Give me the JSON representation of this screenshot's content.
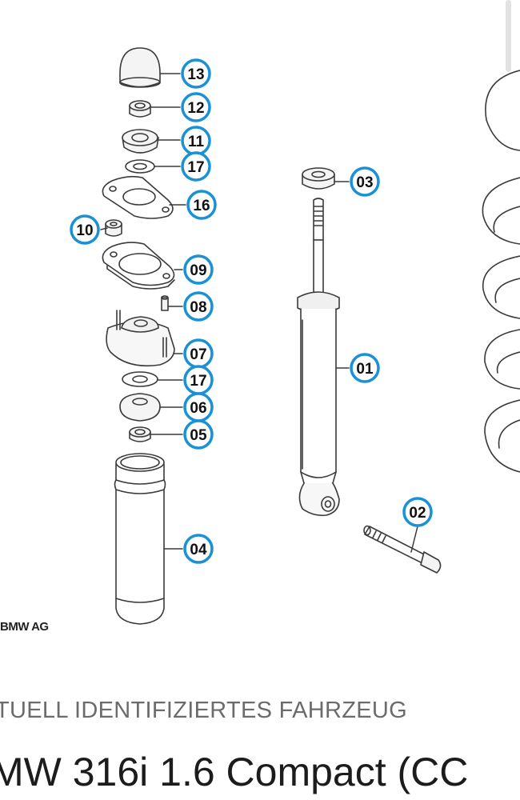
{
  "diagram": {
    "copyright": "BMW AG",
    "accent_color": "#1a90d6",
    "parts": [
      {
        "label": "13",
        "name": "dust cap"
      },
      {
        "label": "12",
        "name": "nut"
      },
      {
        "label": "11",
        "name": "bump stop cup"
      },
      {
        "label": "17",
        "name": "washer upper"
      },
      {
        "label": "16",
        "name": "gasket plate"
      },
      {
        "label": "10",
        "name": "self-locking nut"
      },
      {
        "label": "09",
        "name": "spacer plate"
      },
      {
        "label": "08",
        "name": "bolt"
      },
      {
        "label": "07",
        "name": "strut mount"
      },
      {
        "label": "17",
        "name": "washer lower"
      },
      {
        "label": "06",
        "name": "rubber support"
      },
      {
        "label": "05",
        "name": "stop ring"
      },
      {
        "label": "04",
        "name": "protective boot"
      },
      {
        "label": "03",
        "name": "upper bushing"
      },
      {
        "label": "01",
        "name": "shock absorber"
      },
      {
        "label": "02",
        "name": "mounting bolt"
      }
    ]
  },
  "section_label": "TUELL IDENTIFIZIERTES FAHRZEUG",
  "vehicle_title": "MW 316i 1.6 Compact (CC"
}
